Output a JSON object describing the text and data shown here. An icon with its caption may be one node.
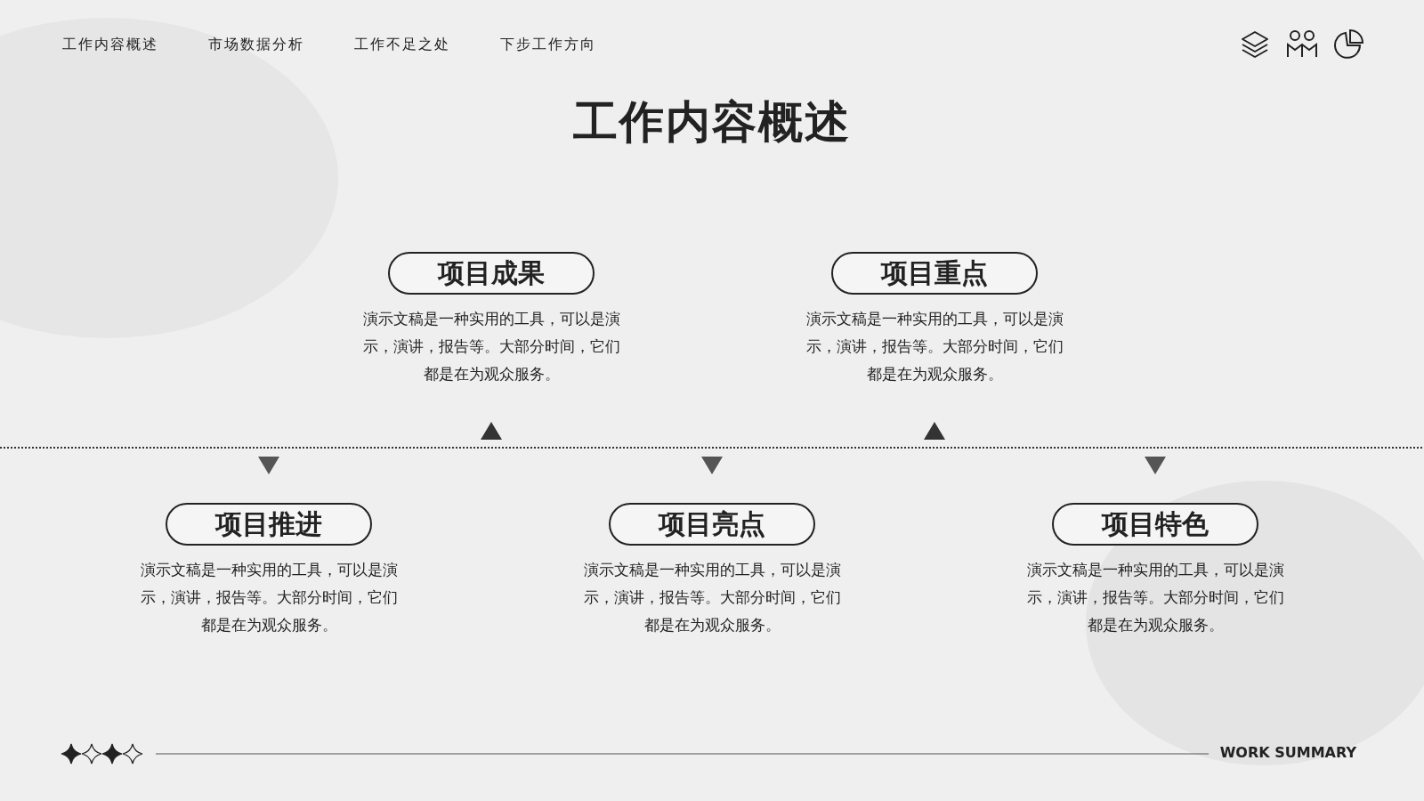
{
  "diagram": {
    "title": "工作内容概述",
    "nodes": [
      {
        "text": [
          "项目推进",
          "演示文稿是一种实用的工具，可以是演示，演讲，报告等。大部分时间，它们都是在为观众服务。"
        ]
      },
      {
        "text": [
          "项目成果",
          "演示文稿是一种实用的工具，可以是演示，演讲，报告等。大部分时间，它们都是在为观众服务。"
        ]
      },
      {
        "text": [
          "项目亮点",
          "演示文稿是一种实用的工具，可以是演示，演讲，报告等。大部分时间，它们都是在为观众服务。"
        ]
      },
      {
        "text": [
          "项目重点",
          "演示文稿是一种实用的工具，可以是演示，演讲，报告等。大部分时间，它们都是在为观众服务。"
        ]
      },
      {
        "text": [
          "项目特色",
          "演示文稿是一种实用的工具，可以是演示，演讲，报告等。大部分时间，它们都是在为观众服务。"
        ]
      }
    ],
    "labels": [
      "工作内容概述",
      "市场数据分析",
      "工作不足之处",
      "下步工作方向",
      "WORK SUMMARY"
    ]
  }
}
